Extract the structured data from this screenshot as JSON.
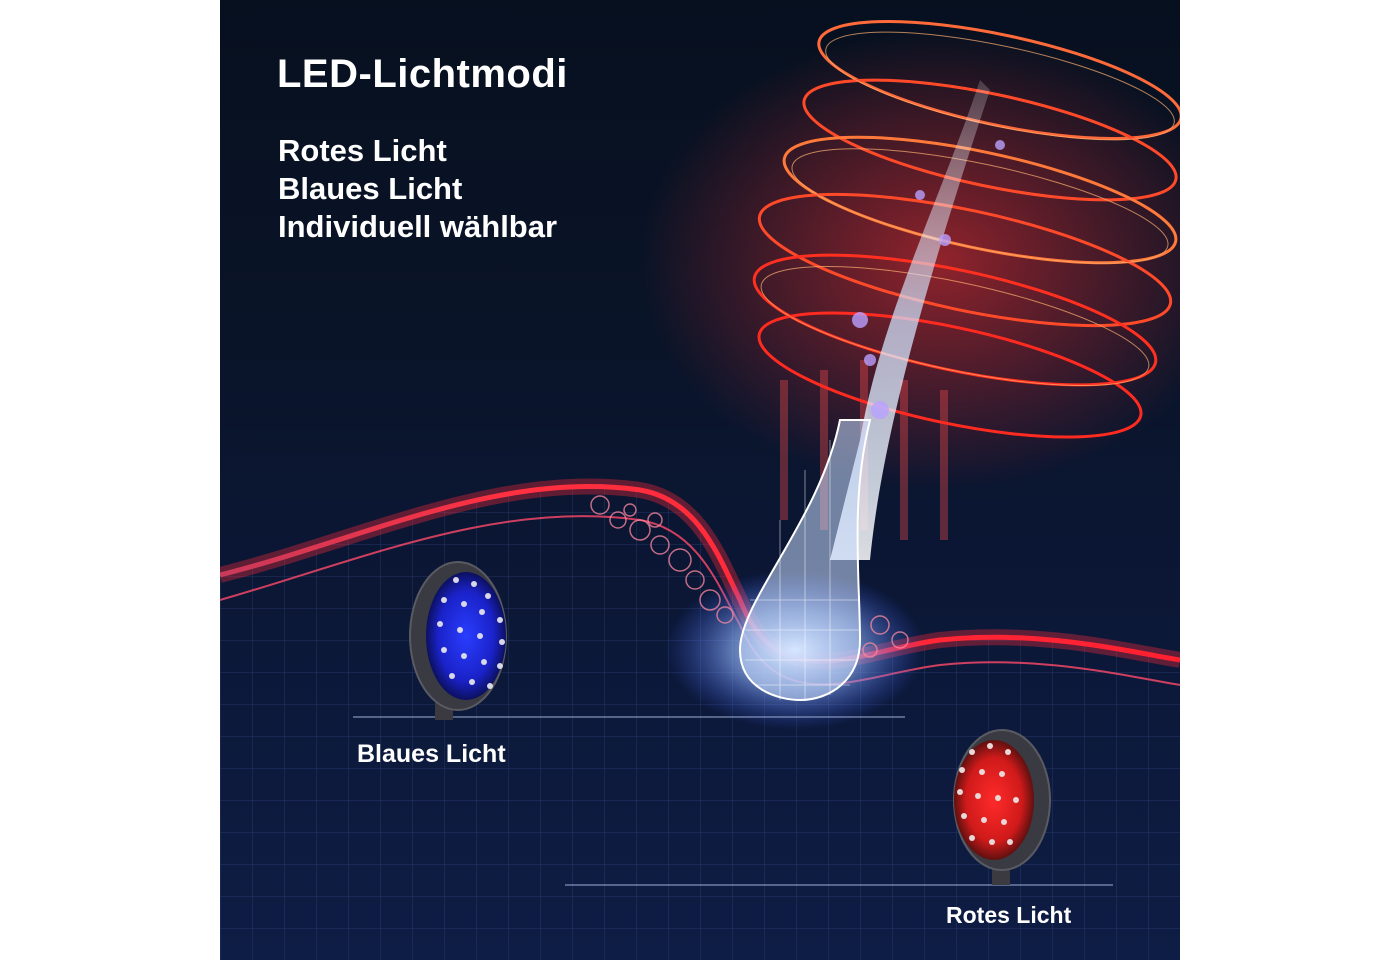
{
  "header": {
    "title": "LED-Lichtmodi"
  },
  "features": {
    "items": [
      {
        "label": "Rotes Licht"
      },
      {
        "label": "Blaues Licht"
      },
      {
        "label": "Individuell wählbar"
      }
    ]
  },
  "modes": {
    "blue": {
      "label": "Blaues Licht",
      "color": "#1e3cff"
    },
    "red": {
      "label": "Rotes Licht",
      "color": "#ff2a2a"
    }
  },
  "colors": {
    "background": "#0a1428",
    "skin_glow": "#ff2b3a",
    "hair": "#cfe3ff"
  },
  "icons": {
    "hair_follicle": "hair-follicle-illustration",
    "light_rings": "red-light-rings",
    "blue_brush": "blue-light-brush-head",
    "red_brush": "red-light-brush-head"
  }
}
